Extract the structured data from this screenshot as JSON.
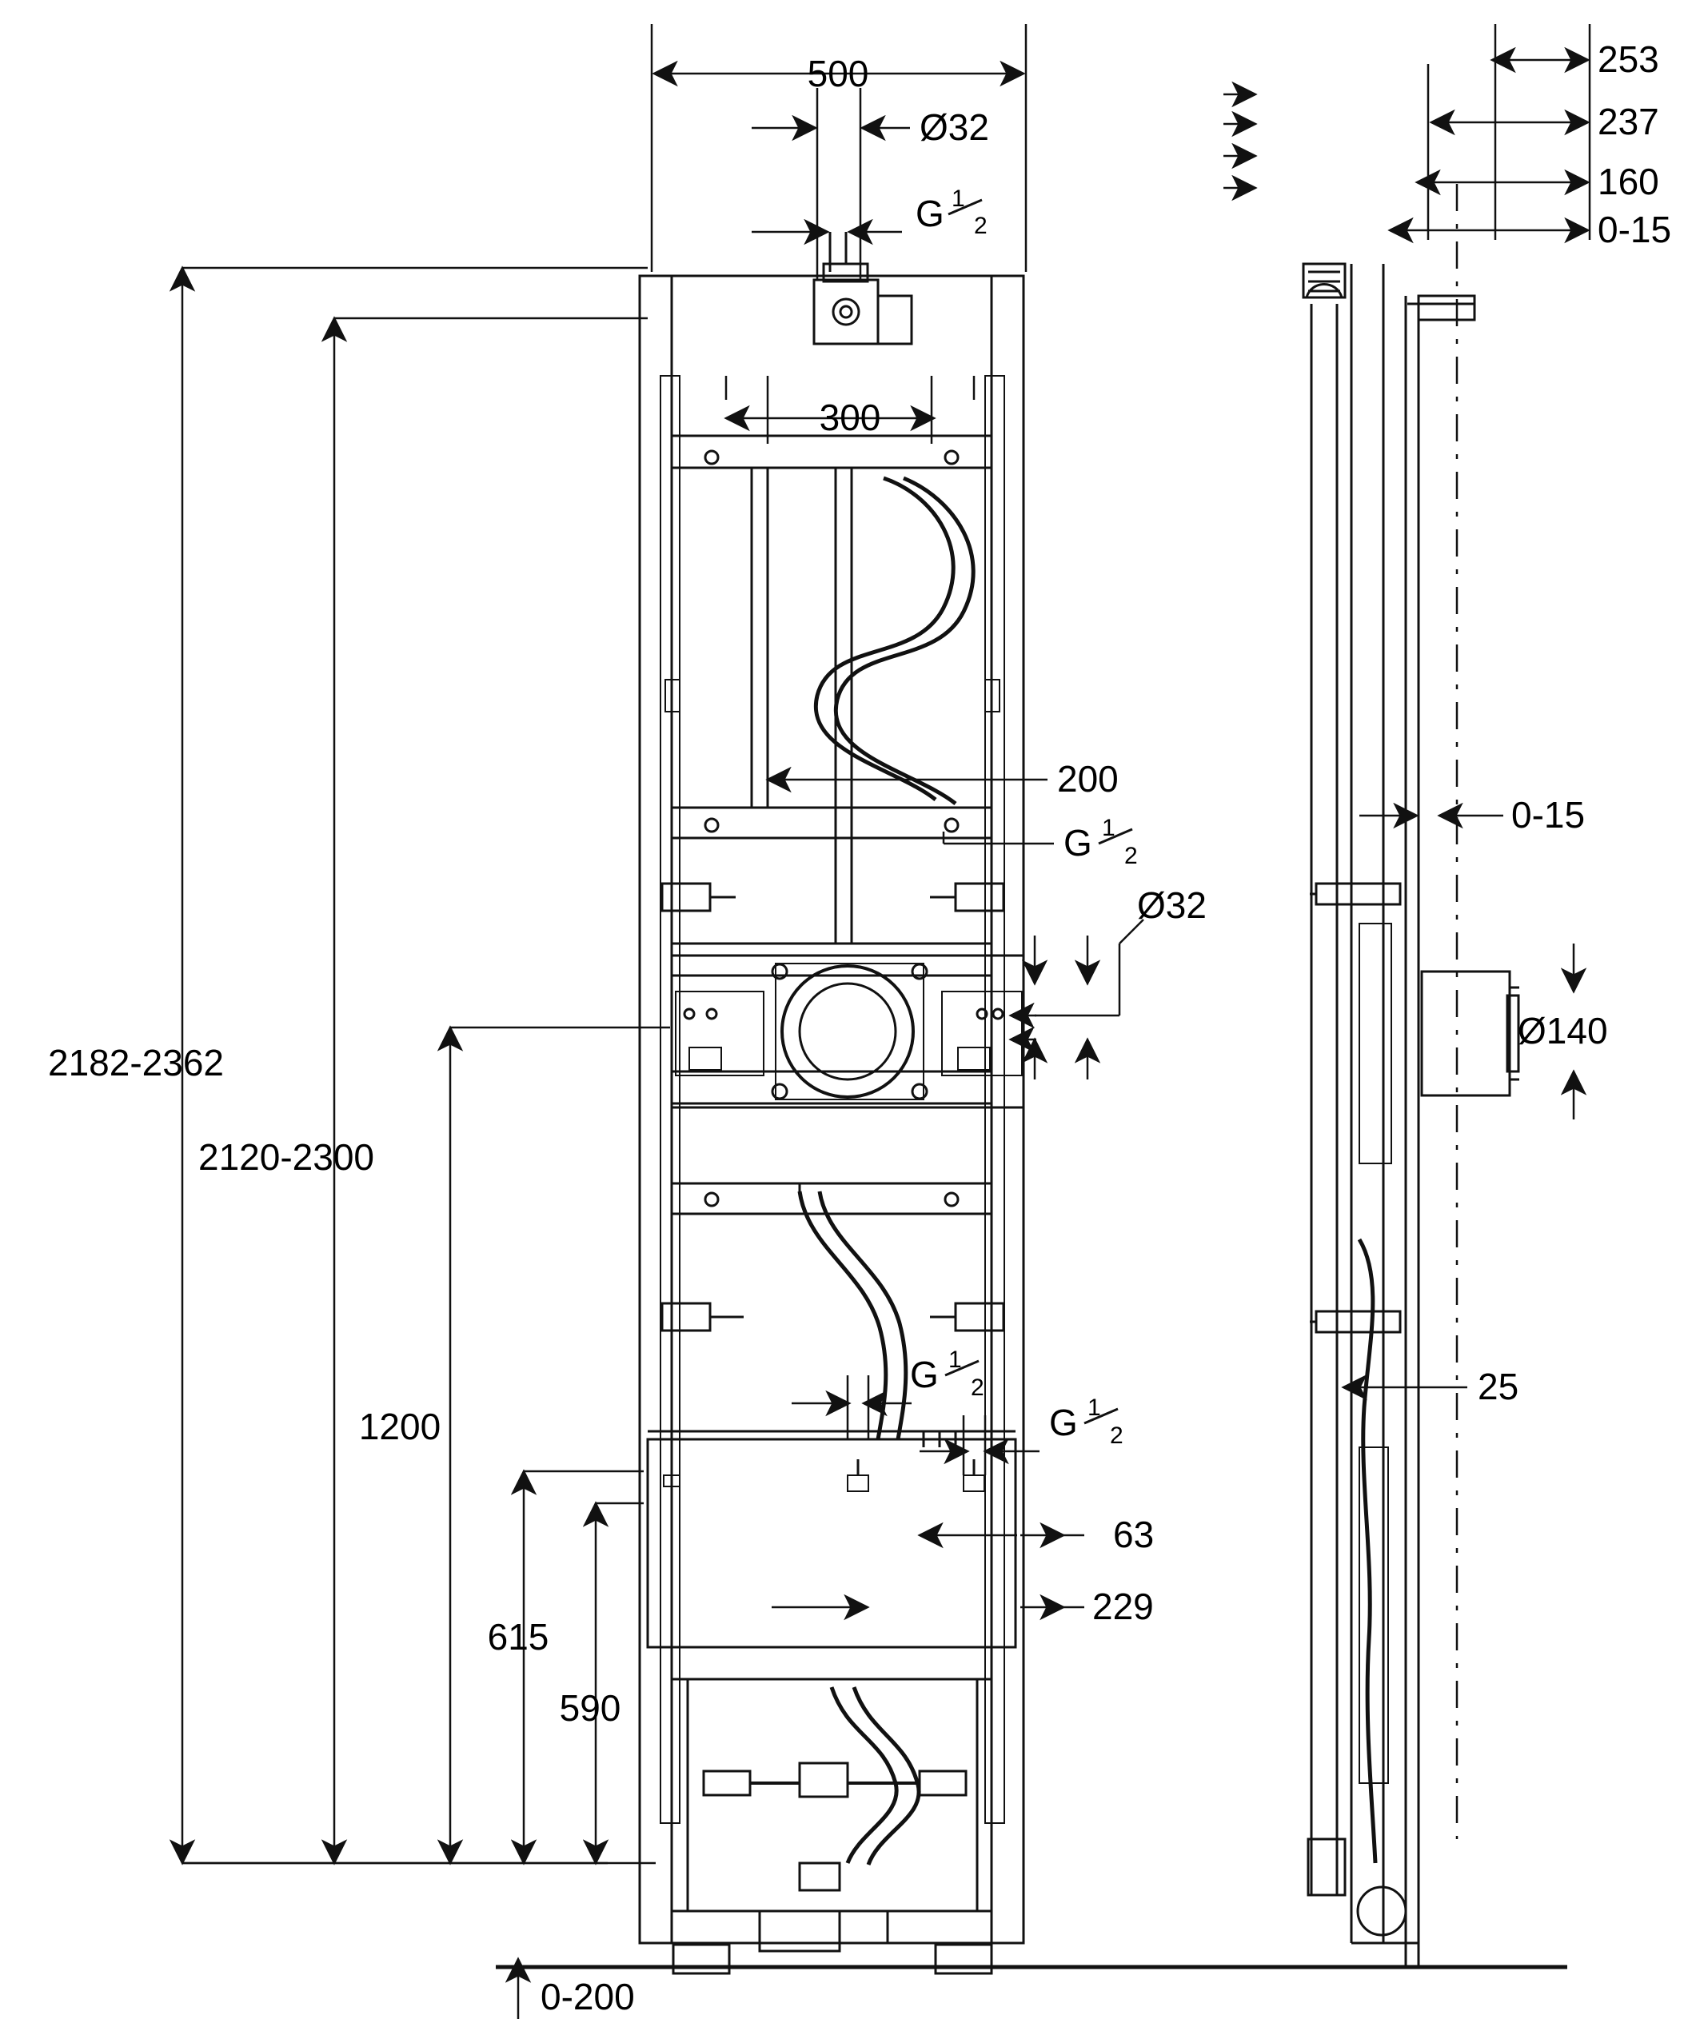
{
  "drawing": {
    "title": "Sanitary installation frame technical dimension drawing",
    "type": "technical-dimension-drawing",
    "units": "mm",
    "line_color": "#1a1a1a",
    "background_color": "#ffffff"
  },
  "dimensions": {
    "width_top": "500",
    "width_inner": "300",
    "diameter_top": "Ø32",
    "thread_top": "G",
    "thread_top_num": "1",
    "thread_top_den": "2",
    "offset_200": "200",
    "thread_mid": "G",
    "thread_mid_num": "1",
    "thread_mid_den": "2",
    "diameter_mid": "Ø32",
    "height_total": "2182-2362",
    "height_second": "2120-2300",
    "height_1200": "1200",
    "height_615": "615",
    "height_590": "590",
    "thread_low_left": "G",
    "thread_low_left_num": "1",
    "thread_low_left_den": "2",
    "thread_low_right": "G",
    "thread_low_right_num": "1",
    "thread_low_right_den": "2",
    "depth_63": "63",
    "depth_229": "229",
    "floor_adjust": "0-200",
    "side_253": "253",
    "side_237": "237",
    "side_160": "160",
    "side_0_15_top": "0-15",
    "side_0_15_mid": "0-15",
    "side_diameter_140": "Ø140",
    "side_25": "25"
  }
}
